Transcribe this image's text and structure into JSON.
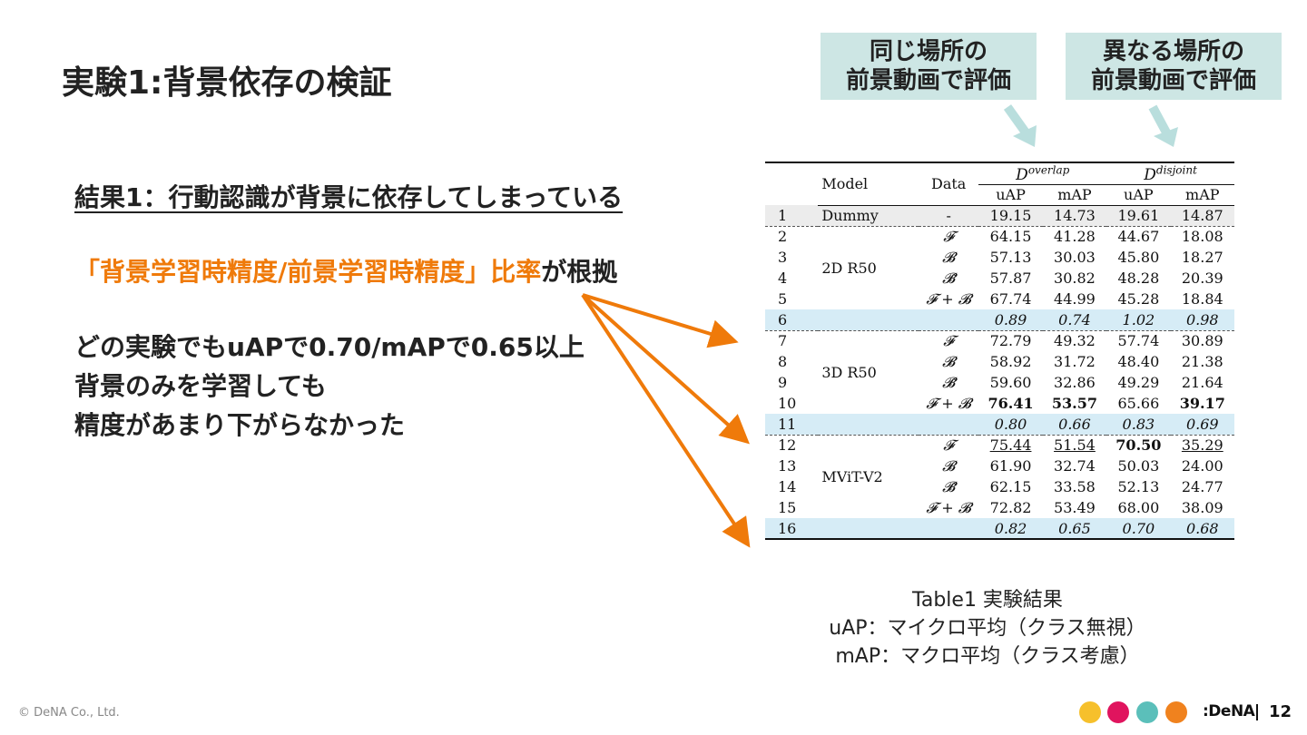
{
  "slide": {
    "title": "実験1:背景依存の検証",
    "result_heading": "結果1：行動認識が背景に依存してしまっている",
    "ratio_orange": "「背景学習時精度/前景学習時精度」比率",
    "ratio_suffix": "が根拠",
    "findings": [
      "どの実験でもuAPで0.70/mAPで0.65以上",
      "背景のみを学習しても",
      "精度があまり下がらなかった"
    ],
    "page_number": "12",
    "copyright": "© DeNA Co., Ltd.",
    "brand": ":DeNA"
  },
  "callouts": [
    {
      "line1": "同じ場所の",
      "line2": "前景動画で評価"
    },
    {
      "line1": "異なる場所の",
      "line2": "前景動画で評価"
    }
  ],
  "colors": {
    "orange": "#ef7a0a",
    "callout_bg": "#cde6e4",
    "arrow_teal": "#b9dedd",
    "ratio_row_bg": "#d6ecf6",
    "dots": [
      "#f6c02c",
      "#e0145e",
      "#5bbfba",
      "#f0821e"
    ]
  },
  "table": {
    "headers": {
      "model": "Model",
      "data": "Data",
      "d_overlap_base": "D",
      "d_overlap_sup": "overlap",
      "d_disjoint_base": "D",
      "d_disjoint_sup": "disjoint",
      "uap1": "uAP",
      "map1": "mAP",
      "uap2": "uAP",
      "map2": "mAP"
    },
    "groups": [
      {
        "model": "Dummy",
        "rows": [
          [
            "1",
            "-",
            "19.15",
            "14.73",
            "19.61",
            "14.87"
          ]
        ]
      },
      {
        "model": "2D R50",
        "rows": [
          [
            "2",
            "𝓕",
            "64.15",
            "41.28",
            "44.67",
            "18.08"
          ],
          [
            "3",
            "𝓑",
            "57.13",
            "30.03",
            "45.80",
            "18.27"
          ],
          [
            "4",
            "𝓑̃",
            "57.87",
            "30.82",
            "48.28",
            "20.39"
          ],
          [
            "5",
            "𝓕 + 𝓑",
            "67.74",
            "44.99",
            "45.28",
            "18.84"
          ]
        ],
        "ratio": [
          "6",
          "0.89",
          "0.74",
          "1.02",
          "0.98"
        ]
      },
      {
        "model": "3D R50",
        "rows": [
          [
            "7",
            "𝓕",
            "72.79",
            "49.32",
            "57.74",
            "30.89"
          ],
          [
            "8",
            "𝓑",
            "58.92",
            "31.72",
            "48.40",
            "21.38"
          ],
          [
            "9",
            "𝓑̃",
            "59.60",
            "32.86",
            "49.29",
            "21.64"
          ],
          [
            "10",
            "𝓕 + 𝓑",
            "76.41",
            "53.57",
            "65.66",
            "39.17"
          ]
        ],
        "ratio": [
          "11",
          "0.80",
          "0.66",
          "0.83",
          "0.69"
        ]
      },
      {
        "model": "MViT-V2",
        "rows": [
          [
            "12",
            "𝓕",
            "75.44",
            "51.54",
            "70.50",
            "35.29"
          ],
          [
            "13",
            "𝓑",
            "61.90",
            "32.74",
            "50.03",
            "24.00"
          ],
          [
            "14",
            "𝓑̃",
            "62.15",
            "33.58",
            "52.13",
            "24.77"
          ],
          [
            "15",
            "𝓕 + 𝓑",
            "72.82",
            "53.49",
            "68.00",
            "38.09"
          ]
        ],
        "ratio": [
          "16",
          "0.82",
          "0.65",
          "0.70",
          "0.68"
        ]
      }
    ]
  },
  "caption": {
    "line1": "Table1 実験結果",
    "line2": "uAP：マイクロ平均（クラス無視）",
    "line3": "mAP：マクロ平均（クラス考慮）"
  }
}
